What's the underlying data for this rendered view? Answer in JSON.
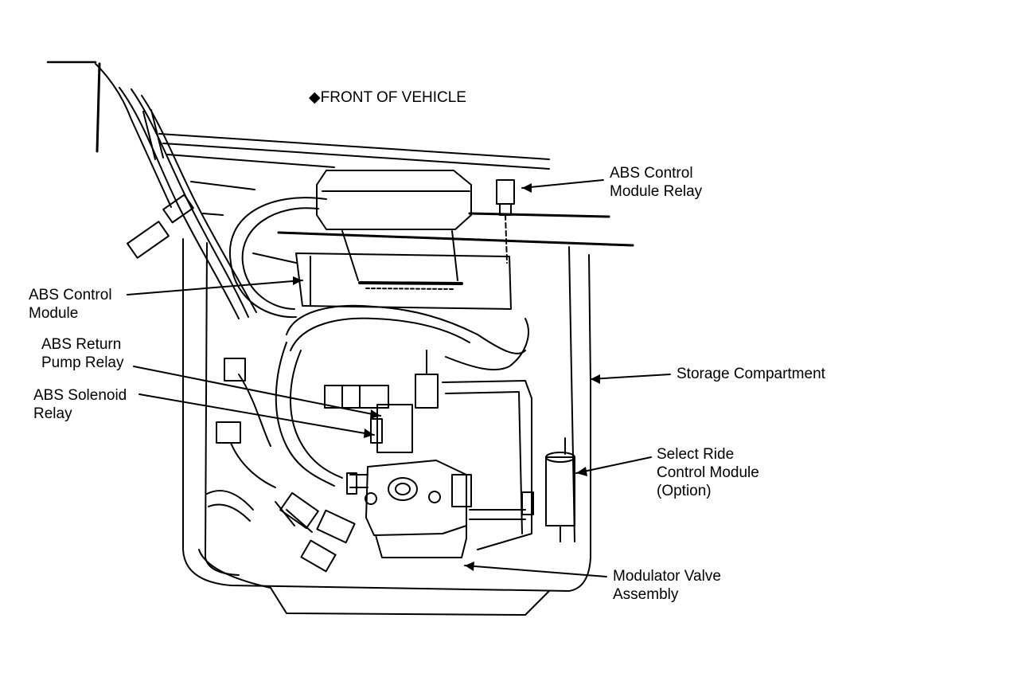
{
  "title": {
    "marker": "◆",
    "text": "FRONT OF VEHICLE"
  },
  "labels": {
    "abs_control_module_relay": [
      "ABS Control",
      "Module Relay"
    ],
    "abs_control_module": [
      "ABS Control",
      "Module"
    ],
    "abs_return_pump_relay": [
      "ABS Return",
      "Pump Relay"
    ],
    "abs_solenoid_relay": [
      "ABS Solenoid",
      "Relay"
    ],
    "storage_compartment": [
      "Storage Compartment"
    ],
    "select_ride_control_module": [
      "Select Ride",
      "Control Module",
      "(Option)"
    ],
    "modulator_valve_assembly": [
      "Modulator Valve",
      "Assembly"
    ]
  },
  "colors": {
    "ink": "#000000",
    "paper": "#ffffff"
  }
}
